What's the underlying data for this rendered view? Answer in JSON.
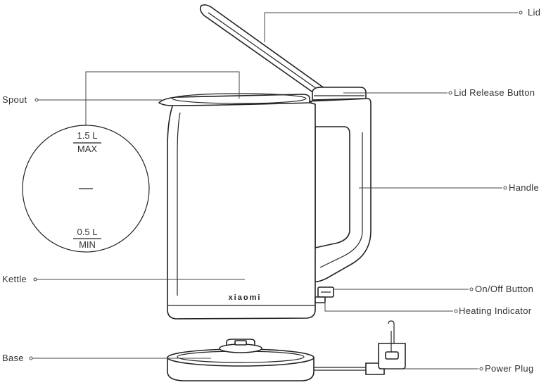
{
  "labels": {
    "lid": "Lid",
    "lid_release_button": "Lid Release Button",
    "spout": "Spout",
    "handle": "Handle",
    "kettle": "Kettle",
    "on_off_button": "On/Off Button",
    "heating_indicator": "Heating Indicator",
    "base": "Base",
    "power_plug": "Power Plug"
  },
  "water_level_gauge": {
    "max_volume": "1.5 L",
    "max_label": "MAX",
    "min_volume": "0.5 L",
    "min_label": "MIN"
  },
  "brand": "xiaomi"
}
